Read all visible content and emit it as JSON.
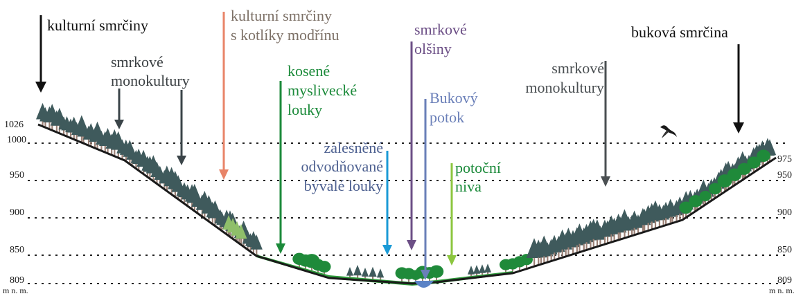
{
  "elevations_left": [
    "1026",
    "1000",
    "950",
    "900",
    "850",
    "809"
  ],
  "elevations_right": [
    "975",
    "950",
    "900",
    "850",
    "809"
  ],
  "units_label": "m n. m.",
  "labels": {
    "kulturni_smrciny": "kulturní smrčiny",
    "kulturni_kotliky_1": "kulturní smrčiny",
    "kulturni_kotliky_2": "s kotlíky modřínu",
    "smrkove_mono_left_1": "smrkové",
    "smrkove_mono_left_2": "monokultury",
    "kosene_1": "kosené",
    "kosene_2": "myslivecké",
    "kosene_3": "louky",
    "zalesnene_1": "zalesněné",
    "zalesnene_2": "odvodňované",
    "zalesnene_3": "bývalé louky",
    "olsiny_1": "smrkové",
    "olsiny_2": "olšiny",
    "potok_1": "Bukový",
    "potok_2": "potok",
    "niva_1": "potoční",
    "niva_2": "niva",
    "smrkove_mono_right_1": "smrkové",
    "smrkove_mono_right_2": "monokultury",
    "bukova_smrcina": "buková smrčina"
  },
  "colors": {
    "black": "#111111",
    "salmon": "#e88468",
    "grey_text": "#7c7066",
    "green": "#1b8a3a",
    "blue": "#1a9ad6",
    "purple": "#6c4f86",
    "steel_blue": "#6a7fb8",
    "lime": "#8cc63f",
    "dark_grey": "#4a4f52",
    "ground": "#1a1a1a",
    "spruce": "#3f5a5c",
    "trunk": "#9a7f74",
    "broadleaf": "#1f8a3a"
  },
  "icons": [
    "bird-icon"
  ]
}
